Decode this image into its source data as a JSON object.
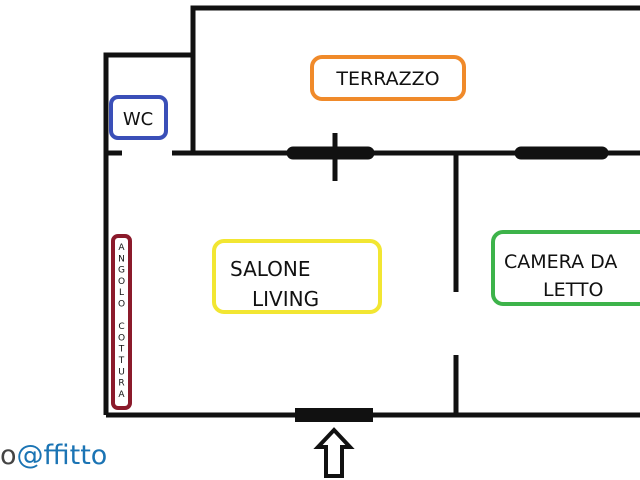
{
  "rooms": {
    "terrazzo": {
      "label": "TERRAZZO",
      "color": "#f08a2a"
    },
    "wc": {
      "label": "WC",
      "color": "#3a4fb8"
    },
    "salone": {
      "line1": "SALONE",
      "line2": "LIVING",
      "color": "#f2e632"
    },
    "camera": {
      "line1": "CAMERA DA",
      "line2": "LETTO",
      "color": "#3db34a"
    },
    "angolo_cottura": {
      "label": "ANGOLO COTTURA",
      "letters": [
        "A",
        "N",
        "G",
        "O",
        "L",
        "O",
        "",
        "C",
        "O",
        "T",
        "T",
        "U",
        "R",
        "A"
      ],
      "color": "#8b1a2b"
    }
  },
  "entrance_arrow": "up-arrow-icon",
  "watermark": {
    "prefix": "o",
    "brand": "@ffitto",
    "color": "#1b74b4"
  }
}
